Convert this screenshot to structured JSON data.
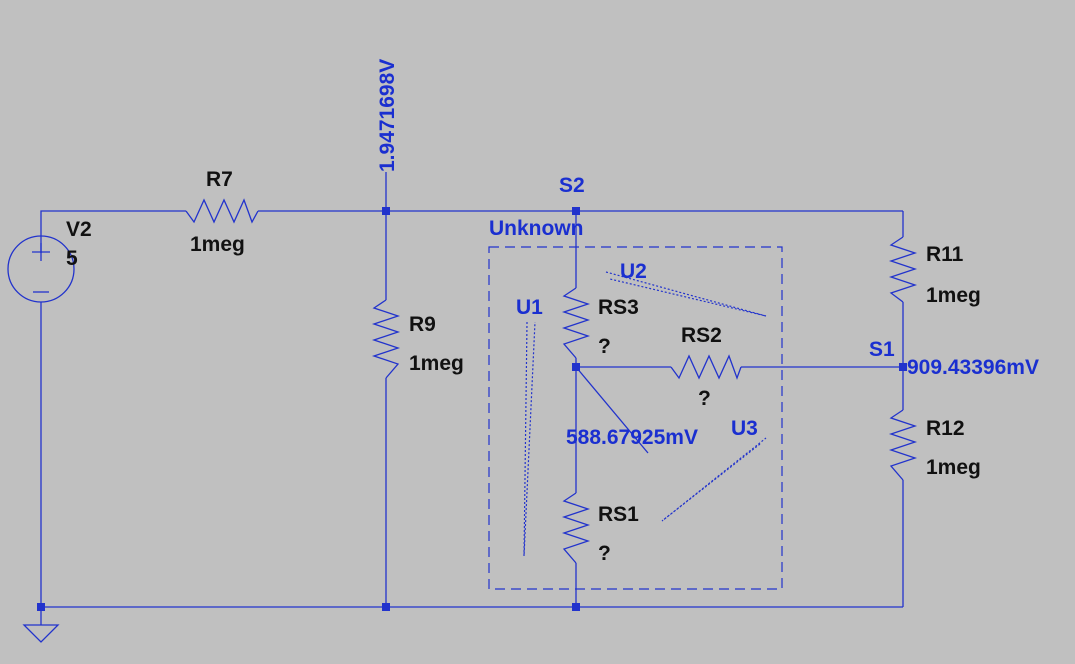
{
  "colors": {
    "background": "#c0c0c0",
    "wire": "#2233cc",
    "net_label": "#1a2fd0",
    "component_label": "#111111"
  },
  "source": {
    "name": "V2",
    "value": "5"
  },
  "resistors": {
    "r7": {
      "name": "R7",
      "value": "1meg"
    },
    "r9": {
      "name": "R9",
      "value": "1meg"
    },
    "r11": {
      "name": "R11",
      "value": "1meg"
    },
    "r12": {
      "name": "R12",
      "value": "1meg"
    },
    "rs1": {
      "name": "RS1",
      "value": "?"
    },
    "rs2": {
      "name": "RS2",
      "value": "?"
    },
    "rs3": {
      "name": "RS3",
      "value": "?"
    }
  },
  "nets": {
    "s1": "S1",
    "s2": "S2",
    "unknown_box": "Unknown"
  },
  "annotations": {
    "u1": "U1",
    "u2": "U2",
    "u3": "U3"
  },
  "voltages": {
    "top_node": "1.9471698V",
    "s1_node": "909.43396mV",
    "center_node": "588.67925mV"
  }
}
